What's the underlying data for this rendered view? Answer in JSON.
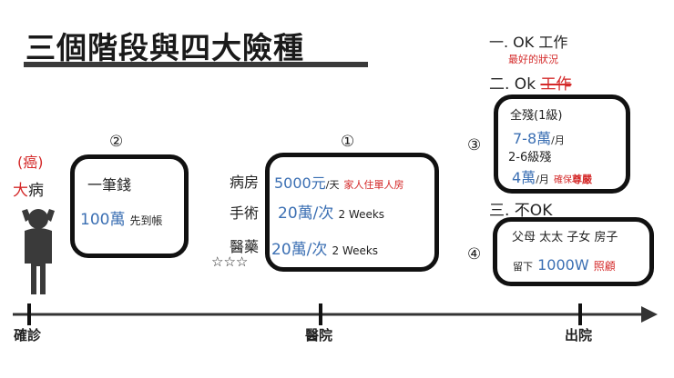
{
  "title": "三個階段與四大險種",
  "left": {
    "cancer": "(癌)",
    "big": "大",
    "illness": "病"
  },
  "box_a": {
    "num": "②",
    "line1": "一筆錢",
    "amount": "100萬",
    "note": "先到帳"
  },
  "box_b": {
    "num": "①",
    "row1_label": "病房",
    "row1_value": "5000元",
    "row1_unit": "/天",
    "row1_note": "家人住單人房",
    "row2_label": "手術",
    "row2_value": "20萬/次",
    "row2_note": "2 Weeks",
    "row3_label": "醫藥",
    "row3_value": "20萬/次",
    "row3_note": "2 Weeks",
    "stars": "☆☆☆"
  },
  "right": {
    "s1_title": "一. OK  工作",
    "s1_sub": "最好的狀況",
    "s2_prefix": "二. Ok ",
    "s2_struck": "工作",
    "s3_title": "三. 不OK"
  },
  "box_c": {
    "num": "③",
    "line1": "全殘(1級)",
    "line2_value": "7-8萬",
    "line2_unit": "/月",
    "line3": "2-6級殘",
    "line4_value": "4萬",
    "line4_unit": "/月",
    "line4_note1": "確保",
    "line4_note2": "尊嚴"
  },
  "box_d": {
    "num": "④",
    "line1": "父母  太太  子女  房子",
    "leave": "留下",
    "amount": "1000W",
    "note": "照顧"
  },
  "timeline": {
    "t1": "確診",
    "t2": "醫院",
    "t3": "出院"
  },
  "colors": {
    "blue": "#3b6fb3",
    "red": "#d42a2a",
    "line": "#333333"
  }
}
